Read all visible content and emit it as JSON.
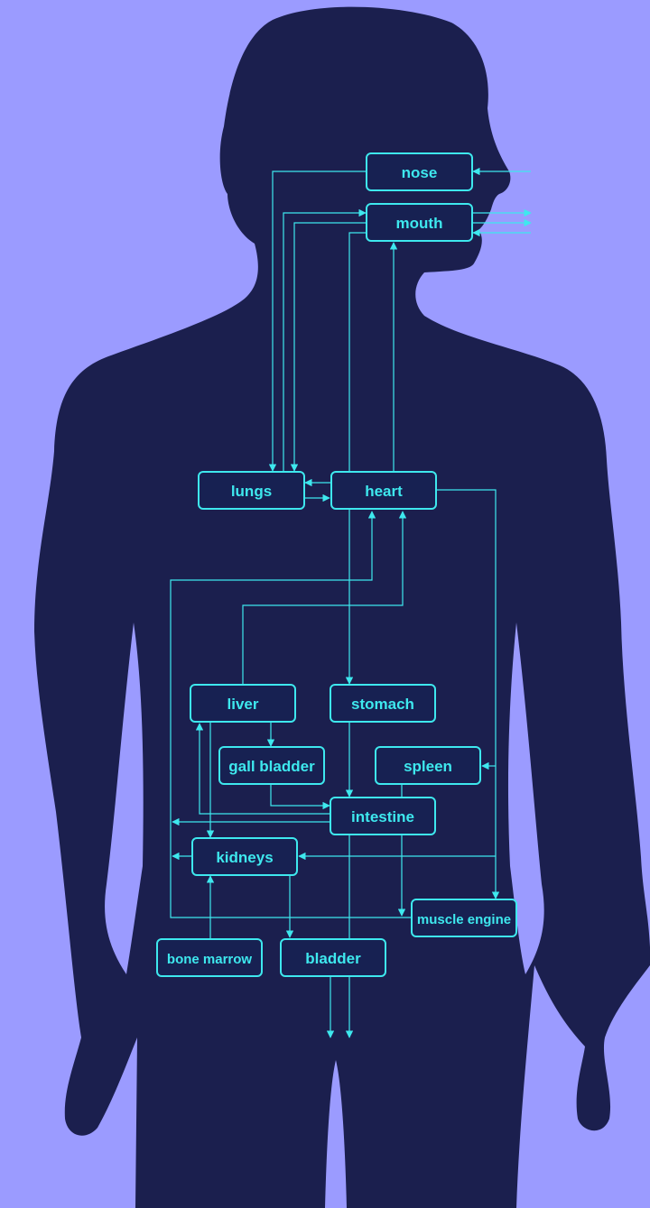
{
  "colors": {
    "background": "#9b9bff",
    "silhouette": "#1b1f4e",
    "node_fill": "#172152",
    "accent": "#3ee8ee"
  },
  "nodes": {
    "nose": "nose",
    "mouth": "mouth",
    "lungs": "lungs",
    "heart": "heart",
    "liver": "liver",
    "stomach": "stomach",
    "gall_bladder": "gall bladder",
    "spleen": "spleen",
    "intestine": "intestine",
    "kidneys": "kidneys",
    "muscle_engine": "muscle engine",
    "bone_marrow": "bone marrow",
    "bladder": "bladder"
  }
}
